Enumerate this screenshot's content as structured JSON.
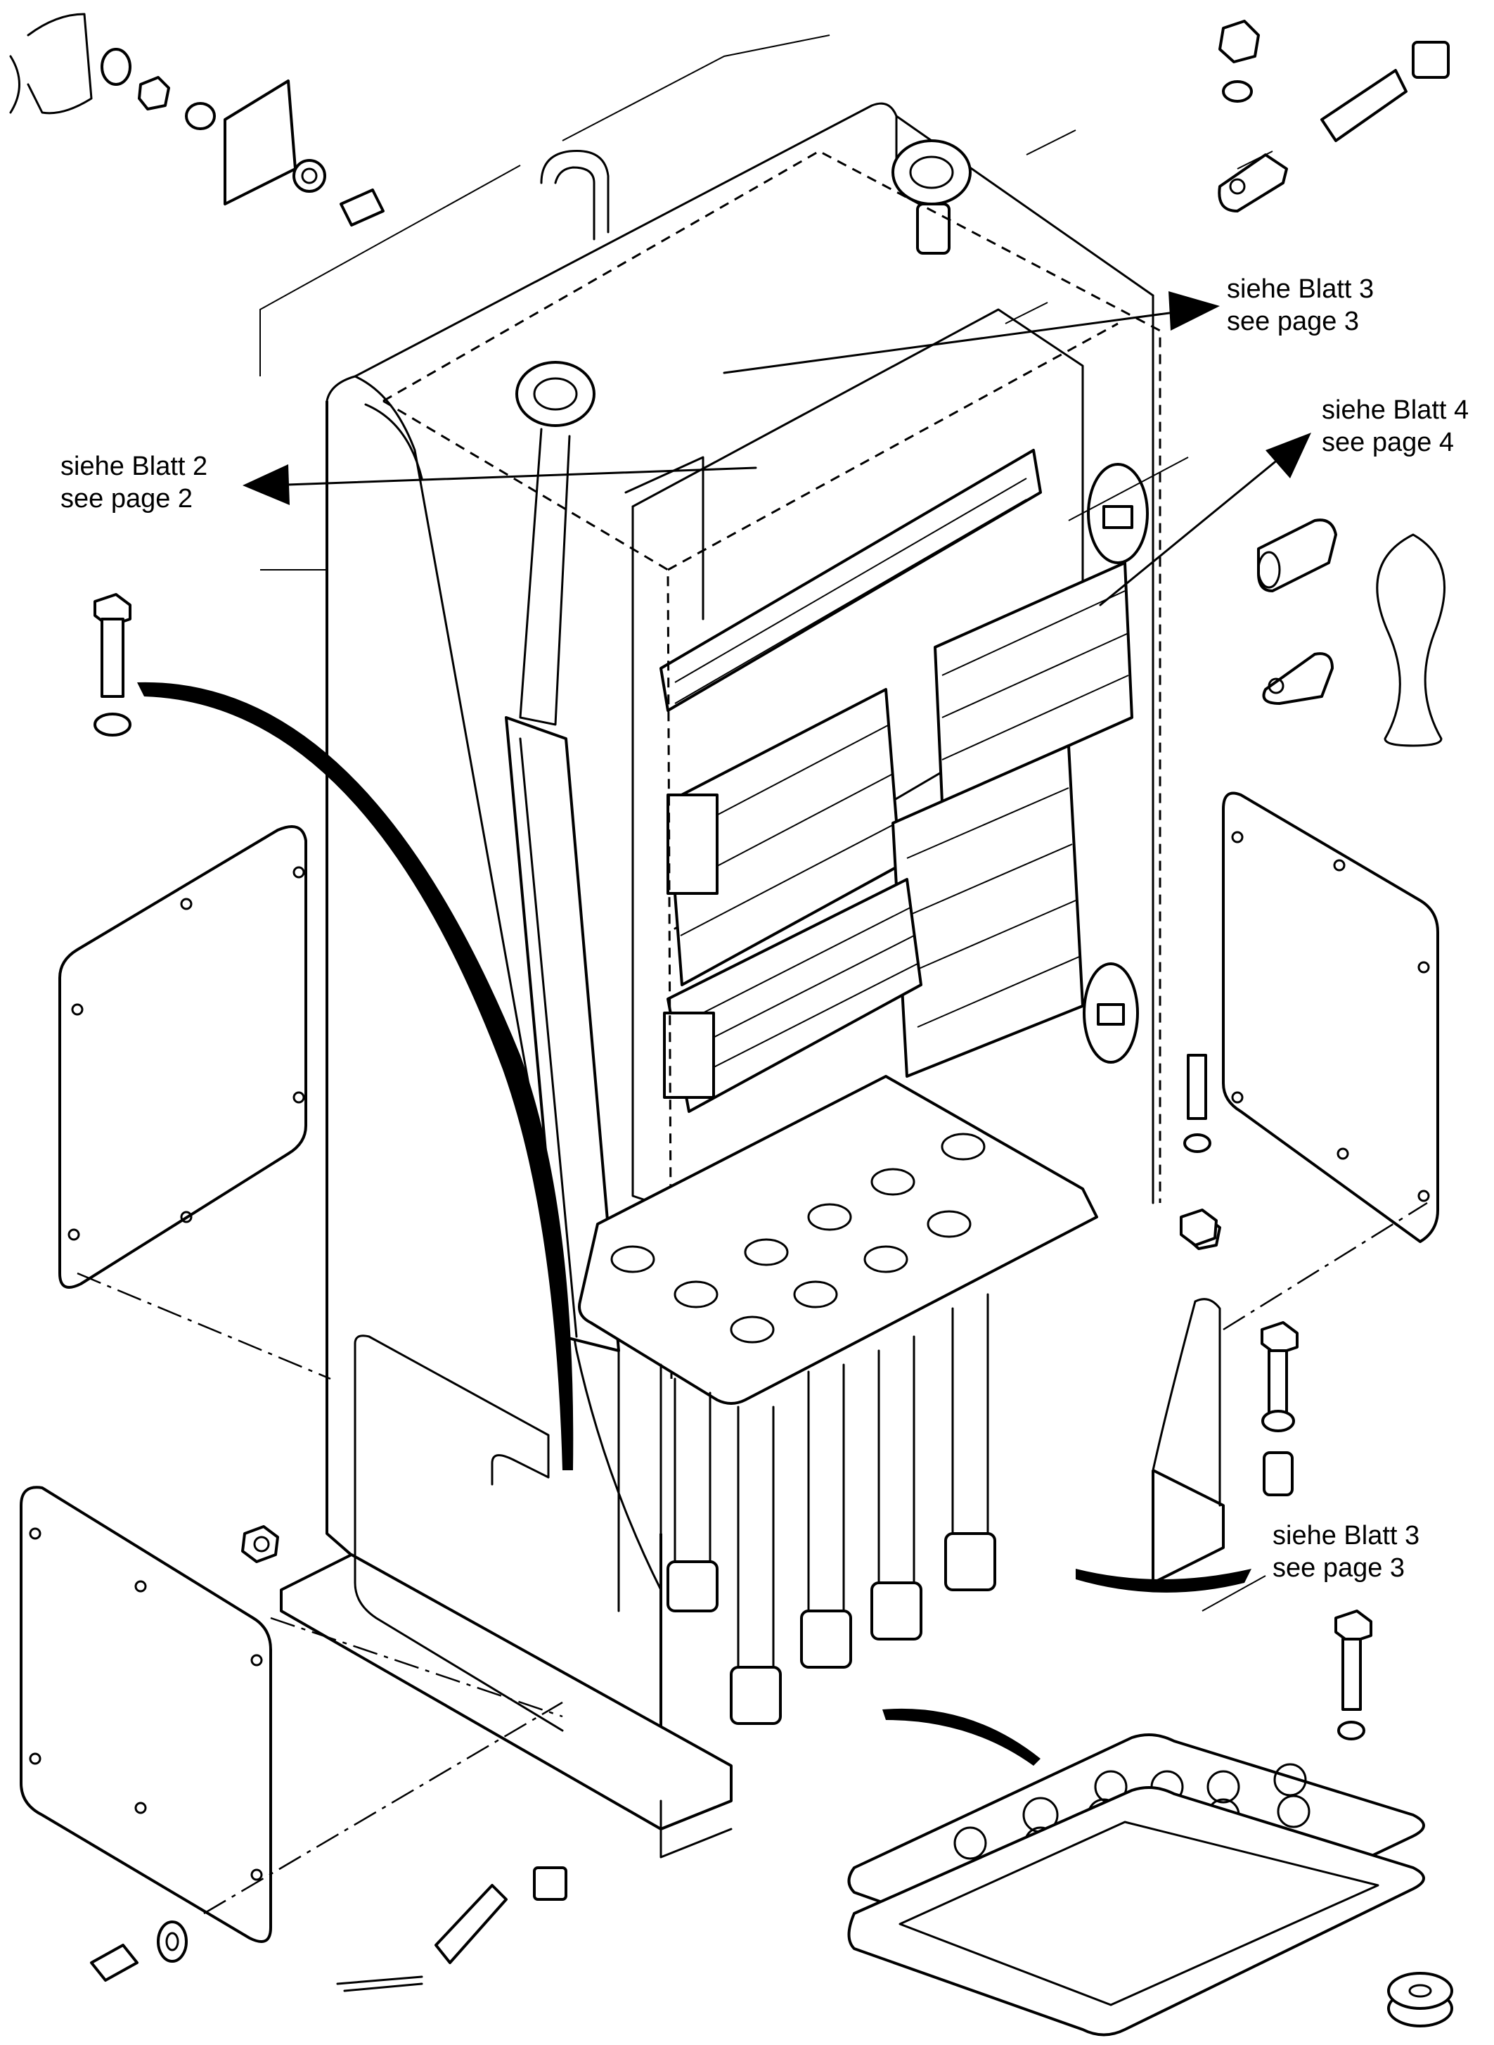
{
  "callouts": [
    {
      "id": "sheet3-top",
      "line1": "siehe Blatt 3",
      "line2": "see page 3"
    },
    {
      "id": "sheet2",
      "line1": "siehe Blatt 2",
      "line2": "see page 2"
    },
    {
      "id": "sheet4",
      "line1": "siehe Blatt 4",
      "line2": "see page 4"
    },
    {
      "id": "sheet3-bottom",
      "line1": "siehe Blatt 3",
      "line2": "see page 3"
    }
  ],
  "colors": {
    "line": "#000000",
    "background": "#ffffff"
  }
}
